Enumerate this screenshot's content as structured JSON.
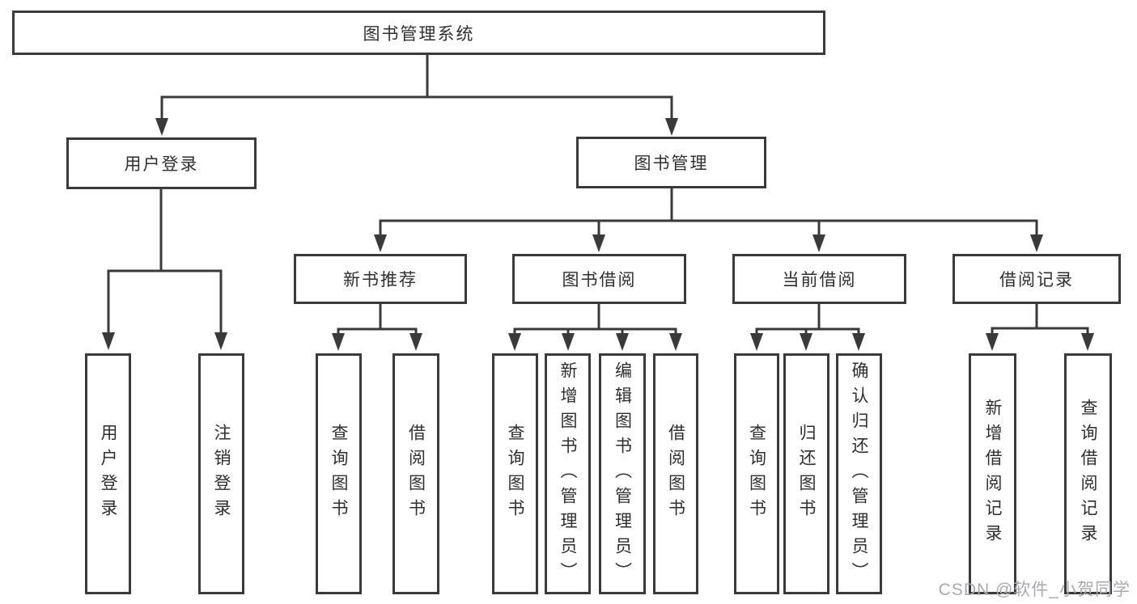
{
  "tree": {
    "label": "图书管理系统",
    "children": [
      {
        "label": "用户登录",
        "children": [
          {
            "label": "用户登录"
          },
          {
            "label": "注销登录"
          }
        ]
      },
      {
        "label": "图书管理",
        "children": [
          {
            "label": "新书推荐",
            "children": [
              {
                "label": "查询图书"
              },
              {
                "label": "借阅图书"
              }
            ]
          },
          {
            "label": "图书借阅",
            "children": [
              {
                "label": "查询图书"
              },
              {
                "label": "新增图书（管理员）"
              },
              {
                "label": "编辑图书（管理员）"
              },
              {
                "label": "借阅图书"
              }
            ]
          },
          {
            "label": "当前借阅",
            "children": [
              {
                "label": "查询图书"
              },
              {
                "label": "归还图书"
              },
              {
                "label": "确认归还（管理员）"
              }
            ]
          },
          {
            "label": "借阅记录",
            "children": [
              {
                "label": "新增借阅记录"
              },
              {
                "label": "查询借阅记录"
              }
            ]
          }
        ]
      }
    ]
  },
  "watermark": "CSDN @软件_小贺同学",
  "colors": {
    "line": "#3a3a3a",
    "text": "#2f2f2f",
    "watermark": "#a9a9b0",
    "background": "#ffffff"
  }
}
